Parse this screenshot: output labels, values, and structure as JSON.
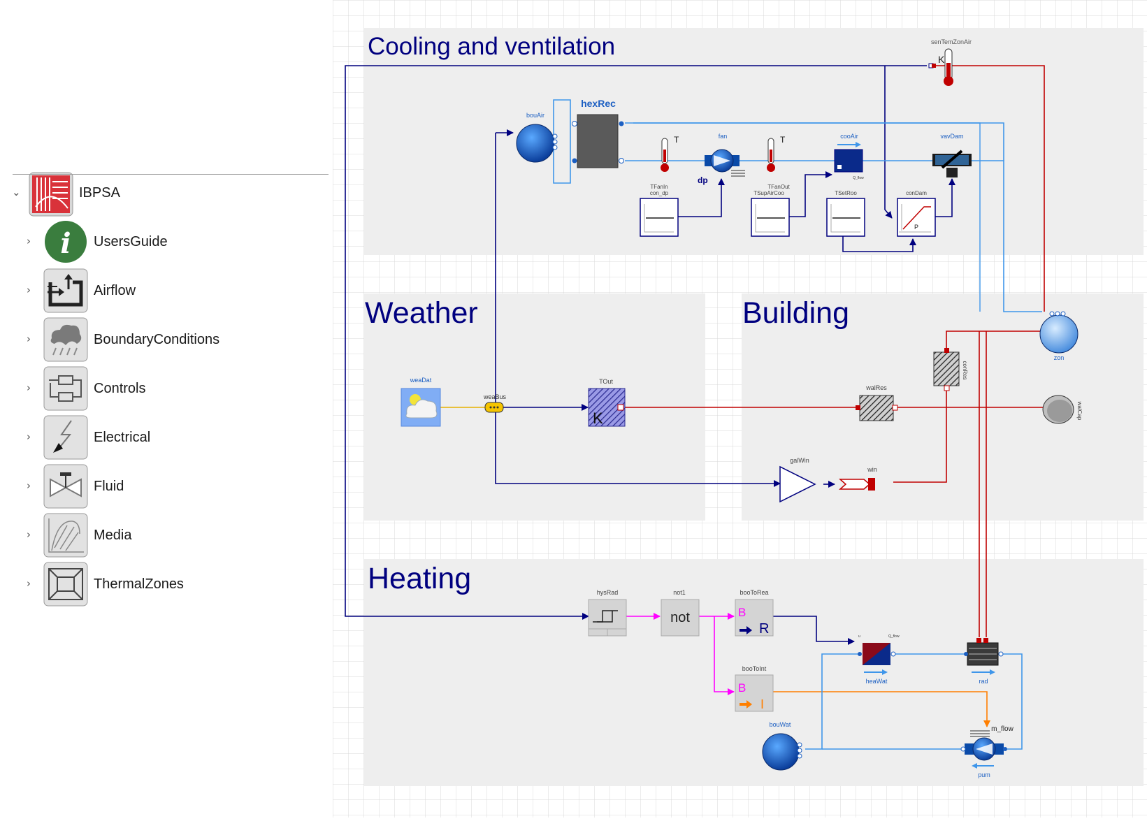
{
  "library_tree": {
    "root": {
      "label": "IBPSA",
      "icon": "ibpsa-logo-icon",
      "expanded": true
    },
    "items": [
      {
        "label": "UsersGuide",
        "icon": "info-icon"
      },
      {
        "label": "Airflow",
        "icon": "airflow-icon"
      },
      {
        "label": "BoundaryConditions",
        "icon": "cloud-icon"
      },
      {
        "label": "Controls",
        "icon": "controls-icon"
      },
      {
        "label": "Electrical",
        "icon": "lightning-icon"
      },
      {
        "label": "Fluid",
        "icon": "valve-icon"
      },
      {
        "label": "Media",
        "icon": "media-chart-icon"
      },
      {
        "label": "ThermalZones",
        "icon": "room-icon"
      }
    ]
  },
  "diagram": {
    "sections": {
      "cooling": "Cooling and ventilation",
      "weather": "Weather",
      "building": "Building",
      "heating": "Heating"
    },
    "components": {
      "senTemZonAir": "senTemZonAir",
      "senTemZonAir_unit": "K",
      "bouAir": "bouAir",
      "hexRec": "hexRec",
      "fan": "fan",
      "fan_port": "dp",
      "T1": "T",
      "T2": "T",
      "cooAir": "cooAir",
      "cooAir_port": "Q_flow",
      "vavDam": "vavDam",
      "TFanIn": "TFanIn",
      "con_dp": "con_dp",
      "TFanOut": "TFanOut",
      "TSupAirCoo": "TSupAirCoo",
      "TSetRoo": "TSetRoo",
      "conDam": "conDam",
      "conDam_letter": "P",
      "weaDat": "weaDat",
      "weaBus": "weaBus",
      "TOut": "TOut",
      "TOut_letter": "K",
      "walRes": "walRes",
      "conRes": "conRes",
      "zon": "zon",
      "walCap": "walCap",
      "galWin": "galWin",
      "win": "win",
      "hysRad": "hysRad",
      "not1": "not1",
      "not_text": "not",
      "booToRea": "booToRea",
      "booToRea_B": "B",
      "booToRea_R": "R",
      "booToInt": "booToInt",
      "booToInt_B": "B",
      "booToInt_I": "I",
      "heaWat": "heaWat",
      "heaWat_port_u": "u",
      "heaWat_port_q": "Q_flow",
      "rad": "rad",
      "bouWat": "bouWat",
      "m_flow": "m_flow",
      "pum": "pum"
    },
    "colors": {
      "region_fill": "#efefef",
      "grid": "#d6d6d6",
      "signal": "#00007f",
      "air": "#3f96ea",
      "heat": "#c00000",
      "bool": "#ff00ff",
      "int": "#ff7f00",
      "title": "#00007f"
    }
  }
}
